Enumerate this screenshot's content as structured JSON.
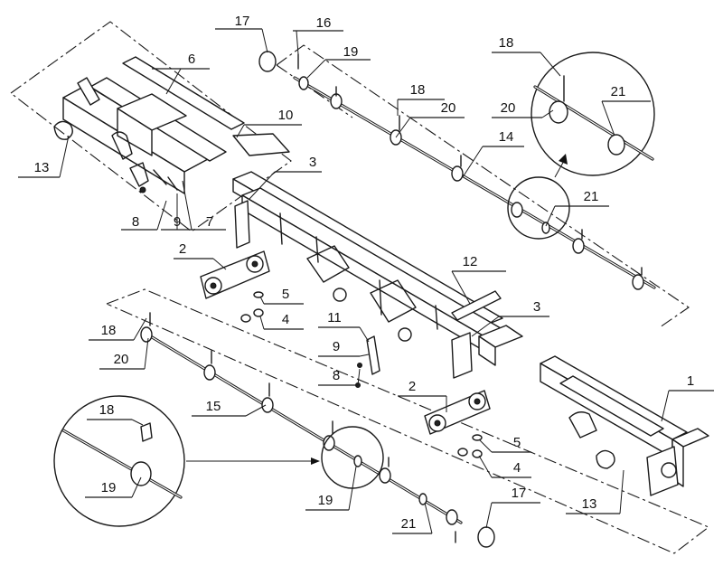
{
  "callouts": [
    {
      "id": "c17a",
      "text": "17"
    },
    {
      "id": "c16",
      "text": "16"
    },
    {
      "id": "c19a",
      "text": "19"
    },
    {
      "id": "c18a",
      "text": "18"
    },
    {
      "id": "c21a",
      "text": "21"
    },
    {
      "id": "c6",
      "text": "6"
    },
    {
      "id": "c18b",
      "text": "18"
    },
    {
      "id": "c20a",
      "text": "20"
    },
    {
      "id": "c20b",
      "text": "20"
    },
    {
      "id": "c10",
      "text": "10"
    },
    {
      "id": "c14",
      "text": "14"
    },
    {
      "id": "c3a",
      "text": "3"
    },
    {
      "id": "c13a",
      "text": "13"
    },
    {
      "id": "c21b",
      "text": "21"
    },
    {
      "id": "c8a",
      "text": "8"
    },
    {
      "id": "c9a",
      "text": "9"
    },
    {
      "id": "c7",
      "text": "7"
    },
    {
      "id": "c2a",
      "text": "2"
    },
    {
      "id": "c12",
      "text": "12"
    },
    {
      "id": "c5a",
      "text": "5"
    },
    {
      "id": "c3b",
      "text": "3"
    },
    {
      "id": "c4a",
      "text": "4"
    },
    {
      "id": "c18c",
      "text": "18"
    },
    {
      "id": "c11",
      "text": "11"
    },
    {
      "id": "c20c",
      "text": "20"
    },
    {
      "id": "c9b",
      "text": "9"
    },
    {
      "id": "c8b",
      "text": "8"
    },
    {
      "id": "c1",
      "text": "1"
    },
    {
      "id": "c2b",
      "text": "2"
    },
    {
      "id": "c15",
      "text": "15"
    },
    {
      "id": "c18d",
      "text": "18"
    },
    {
      "id": "c5b",
      "text": "5"
    },
    {
      "id": "c19b",
      "text": "19"
    },
    {
      "id": "c4b",
      "text": "4"
    },
    {
      "id": "c13b",
      "text": "13"
    },
    {
      "id": "c19c",
      "text": "19"
    },
    {
      "id": "c21c",
      "text": "21"
    },
    {
      "id": "c17b",
      "text": "17"
    }
  ]
}
